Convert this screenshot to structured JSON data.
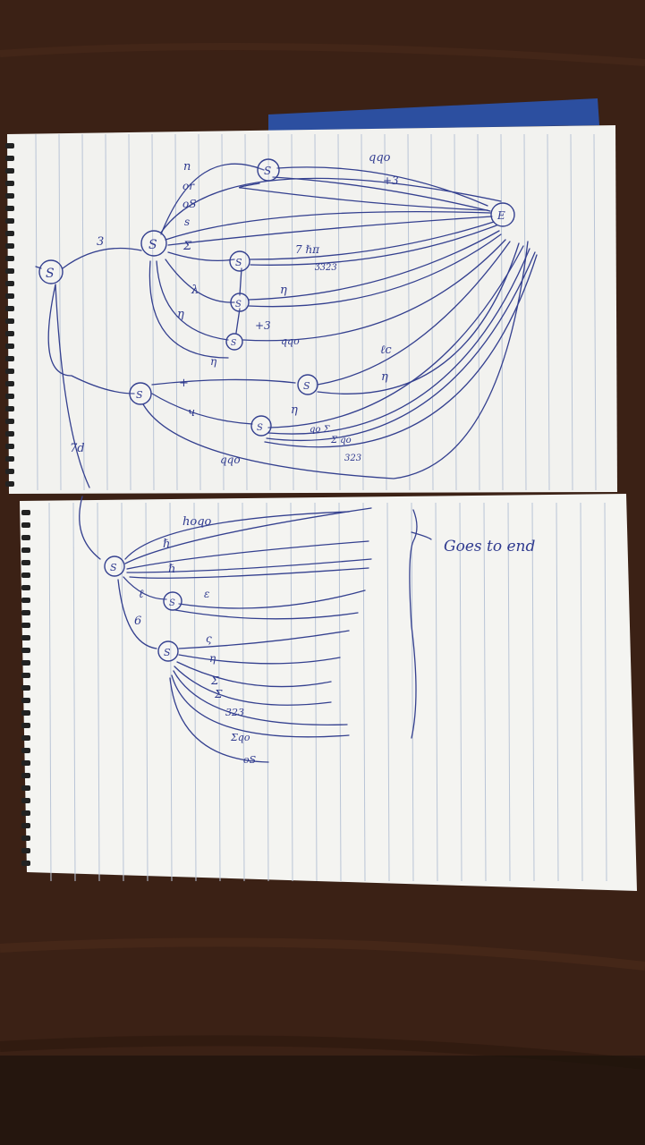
{
  "colors": {
    "table": "#3a2114",
    "paper": "#f4f4f2",
    "rule_line": "#b9c4d6",
    "ink": "#34408f",
    "spiral": "#222222"
  },
  "top_page": {
    "nodes": [
      {
        "label": "S"
      },
      {
        "label": "S"
      },
      {
        "label": "S"
      },
      {
        "label": "S"
      },
      {
        "label": "S"
      },
      {
        "label": "S"
      },
      {
        "label": "S"
      },
      {
        "label": "S"
      },
      {
        "label": "S"
      },
      {
        "label": "E"
      }
    ],
    "edge_labels": [
      "3",
      "n",
      "or",
      "oS",
      "s",
      "Σ",
      "λ",
      "η",
      "+",
      "ч",
      "η",
      "7d",
      "qqo",
      "+3",
      "7 ℏπ",
      "Ʒ323",
      "η",
      "+3",
      "qqo",
      "ℓc",
      "η",
      "η",
      "qo Σ",
      "Σ qo",
      "323",
      "qqo"
    ]
  },
  "bottom_page": {
    "nodes": [
      {
        "label": "S"
      },
      {
        "label": "S"
      },
      {
        "label": "S"
      }
    ],
    "edge_labels": [
      "hoqo",
      "ℏ",
      "ℏ",
      "ℓ",
      "6",
      "ɛ",
      "ς",
      "η",
      "Σ",
      "Σ",
      "323",
      "Σqo",
      "oS"
    ],
    "note": "Goes to end"
  }
}
